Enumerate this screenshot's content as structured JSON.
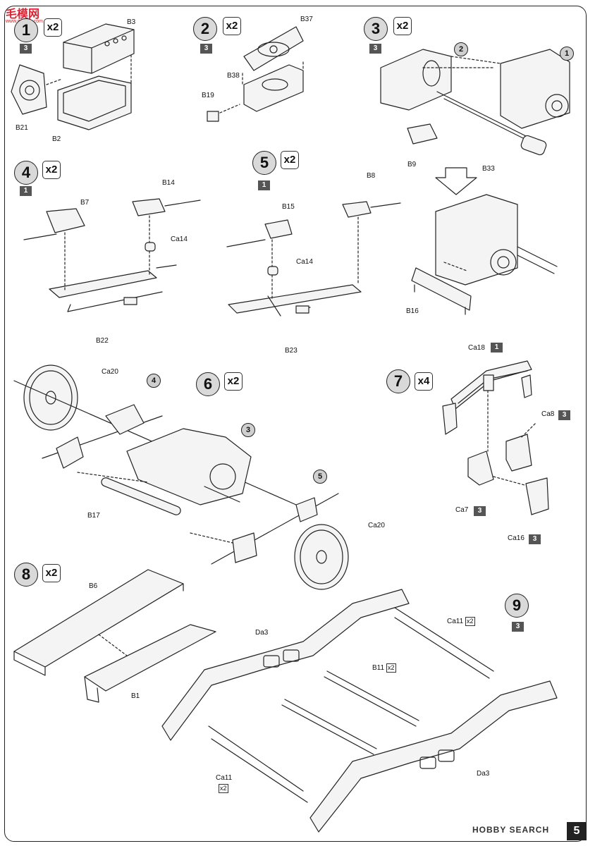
{
  "watermark": {
    "logo": "毛模网",
    "url": "www.mosoh.com"
  },
  "steps": [
    {
      "number": "1",
      "multiplier": "x2",
      "sprue": "3",
      "parts": [
        "B3",
        "B21",
        "B2"
      ]
    },
    {
      "number": "2",
      "multiplier": "x2",
      "sprue": "3",
      "parts": [
        "B37",
        "B38",
        "B19"
      ]
    },
    {
      "number": "3",
      "multiplier": "x2",
      "sprue": "3",
      "parts": [
        "B9",
        "B33"
      ],
      "refs": [
        "2",
        "1"
      ]
    },
    {
      "number": "4",
      "multiplier": "x2",
      "sprue": "1",
      "parts": [
        "B14",
        "B7",
        "Ca14",
        "B22"
      ]
    },
    {
      "number": "5",
      "multiplier": "x2",
      "sprue": "1",
      "parts": [
        "B8",
        "B15",
        "Ca14",
        "B23"
      ]
    },
    {
      "number": "",
      "multiplier": "",
      "sprue": "",
      "parts": [
        "B16"
      ]
    },
    {
      "number": "6",
      "multiplier": "x2",
      "sprue": "",
      "parts": [
        "Ca20",
        "B17",
        "Ca20"
      ],
      "refs": [
        "4",
        "3",
        "5"
      ]
    },
    {
      "number": "7",
      "multiplier": "x4",
      "sprue": "",
      "parts": [
        "Ca18",
        "Ca8",
        "Ca7",
        "Ca16"
      ],
      "part_sprues": {
        "Ca18": "1",
        "Ca8": "3",
        "Ca7": "3",
        "Ca16": "3"
      }
    },
    {
      "number": "8",
      "multiplier": "x2",
      "sprue": "",
      "parts": [
        "B6",
        "B1"
      ]
    },
    {
      "number": "9",
      "multiplier": "",
      "sprue": "3",
      "parts": [
        "Da3",
        "B11",
        "Ca11",
        "Ca11",
        "Da3"
      ],
      "part_mults": {
        "B11": "x2",
        "Ca11": "x2"
      }
    }
  ],
  "footer": {
    "mark": "HOBBY SEARCH",
    "page_number": "5"
  }
}
